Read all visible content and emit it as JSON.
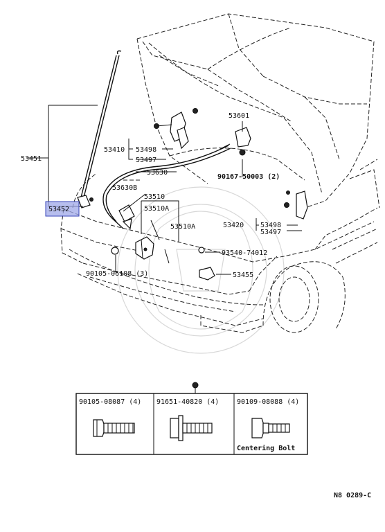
{
  "parts": {
    "p53451": "53451",
    "p53452": "53452",
    "p53410": "53410",
    "p53498a": "53498",
    "p53497a": "53497",
    "p53630": "53630",
    "p53630b": "53630B",
    "p53510": "53510",
    "p53510a1": "53510A",
    "p53510a2": "53510A",
    "p53601": "53601",
    "p90167": "90167-50003 (2)",
    "p53420": "53420",
    "p53498b": "53498",
    "p53497b": "53497",
    "p93540": "93540-74012",
    "p53455": "53455",
    "p90105": "90105-06108 (3)"
  },
  "table": {
    "cells": [
      {
        "label": "90105-08087 (4)"
      },
      {
        "label": "91651-40820 (4)"
      },
      {
        "label": "90109-08088 (4)",
        "note": "Centering Bolt"
      }
    ]
  },
  "diagram_code": "N8 0289-C",
  "highlight_color": "#9fa8e8"
}
